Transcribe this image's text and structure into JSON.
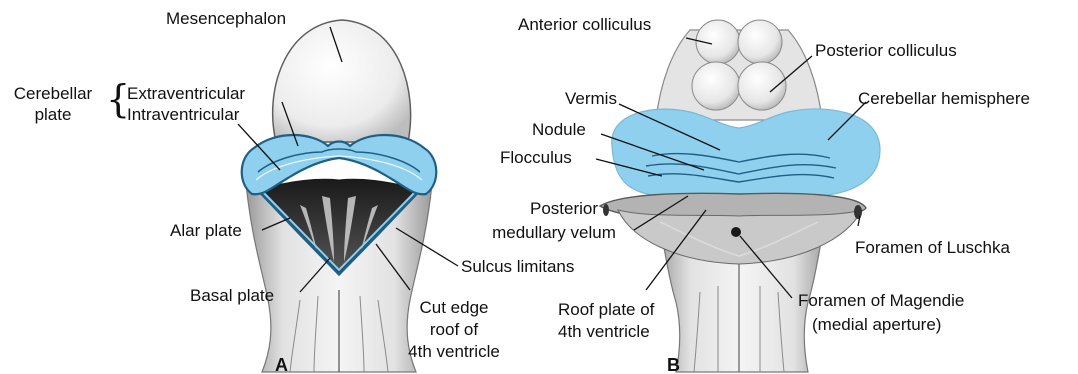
{
  "colors": {
    "cerebellum_fill": "#8fd0ee",
    "cerebellum_edge": "#1f5f86",
    "tissue_light": "#ebebeb",
    "tissue_mid": "#bdbdbd",
    "ventricle_dark": "#2b2b2b",
    "label_text": "#111111"
  },
  "panels": {
    "a": "A",
    "b": "B"
  },
  "labels_a": {
    "mesencephalon": "Mesencephalon",
    "cerebellar_plate_1": "Cerebellar",
    "cerebellar_plate_2": "plate",
    "extraventricular": "Extraventricular",
    "intraventricular": "Intraventricular",
    "alar_plate": "Alar plate",
    "sulcus_limitans": "Sulcus limitans",
    "basal_plate": "Basal plate",
    "cut_edge_1": "Cut edge",
    "cut_edge_2": "roof of",
    "cut_edge_3": "4th ventricle"
  },
  "labels_b": {
    "anterior_colliculus": "Anterior colliculus",
    "posterior_colliculus": "Posterior colliculus",
    "vermis": "Vermis",
    "cerebellar_hemisphere": "Cerebellar hemisphere",
    "nodule": "Nodule",
    "flocculus": "Flocculus",
    "posterior_velum_1": "Posterior",
    "posterior_velum_2": "medullary velum",
    "foramen_luschka": "Foramen of Luschka",
    "roof_plate_1": "Roof plate of",
    "roof_plate_2": "4th ventricle",
    "foramen_magendie_1": "Foramen of Magendie",
    "foramen_magendie_2": "(medial aperture)"
  }
}
